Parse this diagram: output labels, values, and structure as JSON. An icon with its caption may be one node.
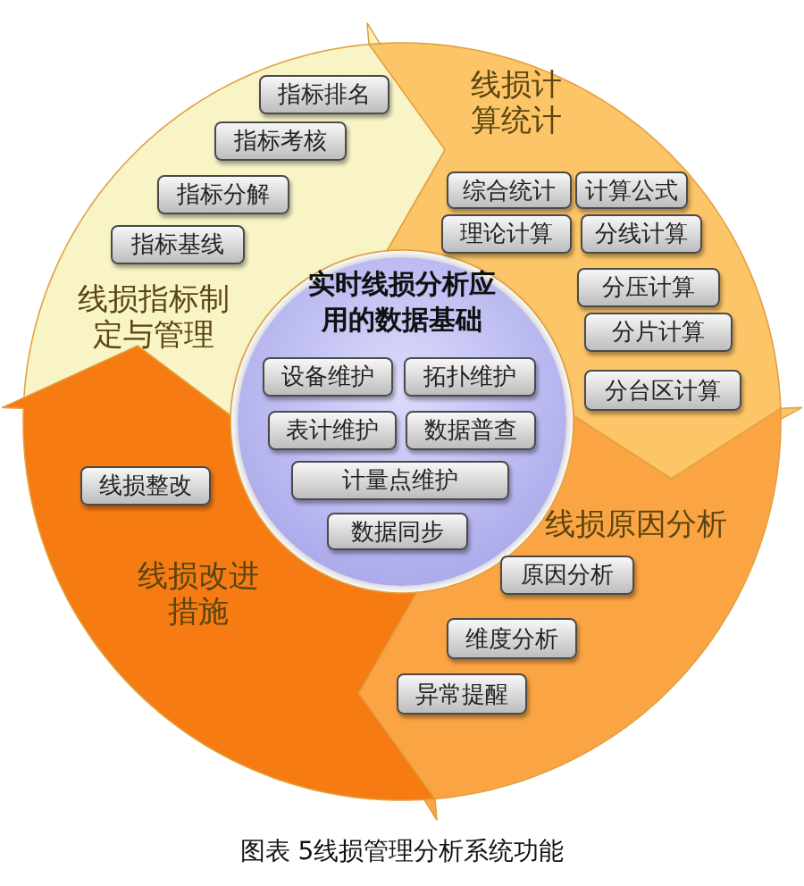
{
  "diagram": {
    "caption": "图表 5线损管理分析系统功能",
    "nodes": [
      {
        "text": [
          "线损指标制定与管理"
        ]
      },
      {
        "text": [
          "指标排名"
        ],
        "in": 0
      },
      {
        "text": [
          "指标考核"
        ],
        "in": 0
      },
      {
        "text": [
          "指标分解"
        ],
        "in": 0
      },
      {
        "text": [
          "指标基线"
        ],
        "in": 0
      },
      {
        "text": [
          "线损计算统计"
        ]
      },
      {
        "text": [
          "综合统计"
        ],
        "in": 5
      },
      {
        "text": [
          "计算公式"
        ],
        "in": 5
      },
      {
        "text": [
          "理论计算"
        ],
        "in": 5
      },
      {
        "text": [
          "分线计算"
        ],
        "in": 5
      },
      {
        "text": [
          "分压计算"
        ],
        "in": 5
      },
      {
        "text": [
          "分片计算"
        ],
        "in": 5
      },
      {
        "text": [
          "分台区计算"
        ],
        "in": 5
      },
      {
        "text": [
          "实时线损分析应用的数据基础"
        ]
      },
      {
        "text": [
          "设备维护"
        ],
        "in": 13
      },
      {
        "text": [
          "拓扑维护"
        ],
        "in": 13
      },
      {
        "text": [
          "表计维护"
        ],
        "in": 13
      },
      {
        "text": [
          "数据普查"
        ],
        "in": 13
      },
      {
        "text": [
          "计量点维护"
        ],
        "in": 13
      },
      {
        "text": [
          "数据同步"
        ],
        "in": 13
      },
      {
        "text": [
          "线损原因分析"
        ]
      },
      {
        "text": [
          "原因分析"
        ],
        "in": 20
      },
      {
        "text": [
          "维度分析"
        ],
        "in": 20
      },
      {
        "text": [
          "异常提醒"
        ],
        "in": 20
      },
      {
        "text": [
          "线损改进措施"
        ]
      },
      {
        "text": [
          "线损整改"
        ],
        "in": 24
      }
    ]
  }
}
